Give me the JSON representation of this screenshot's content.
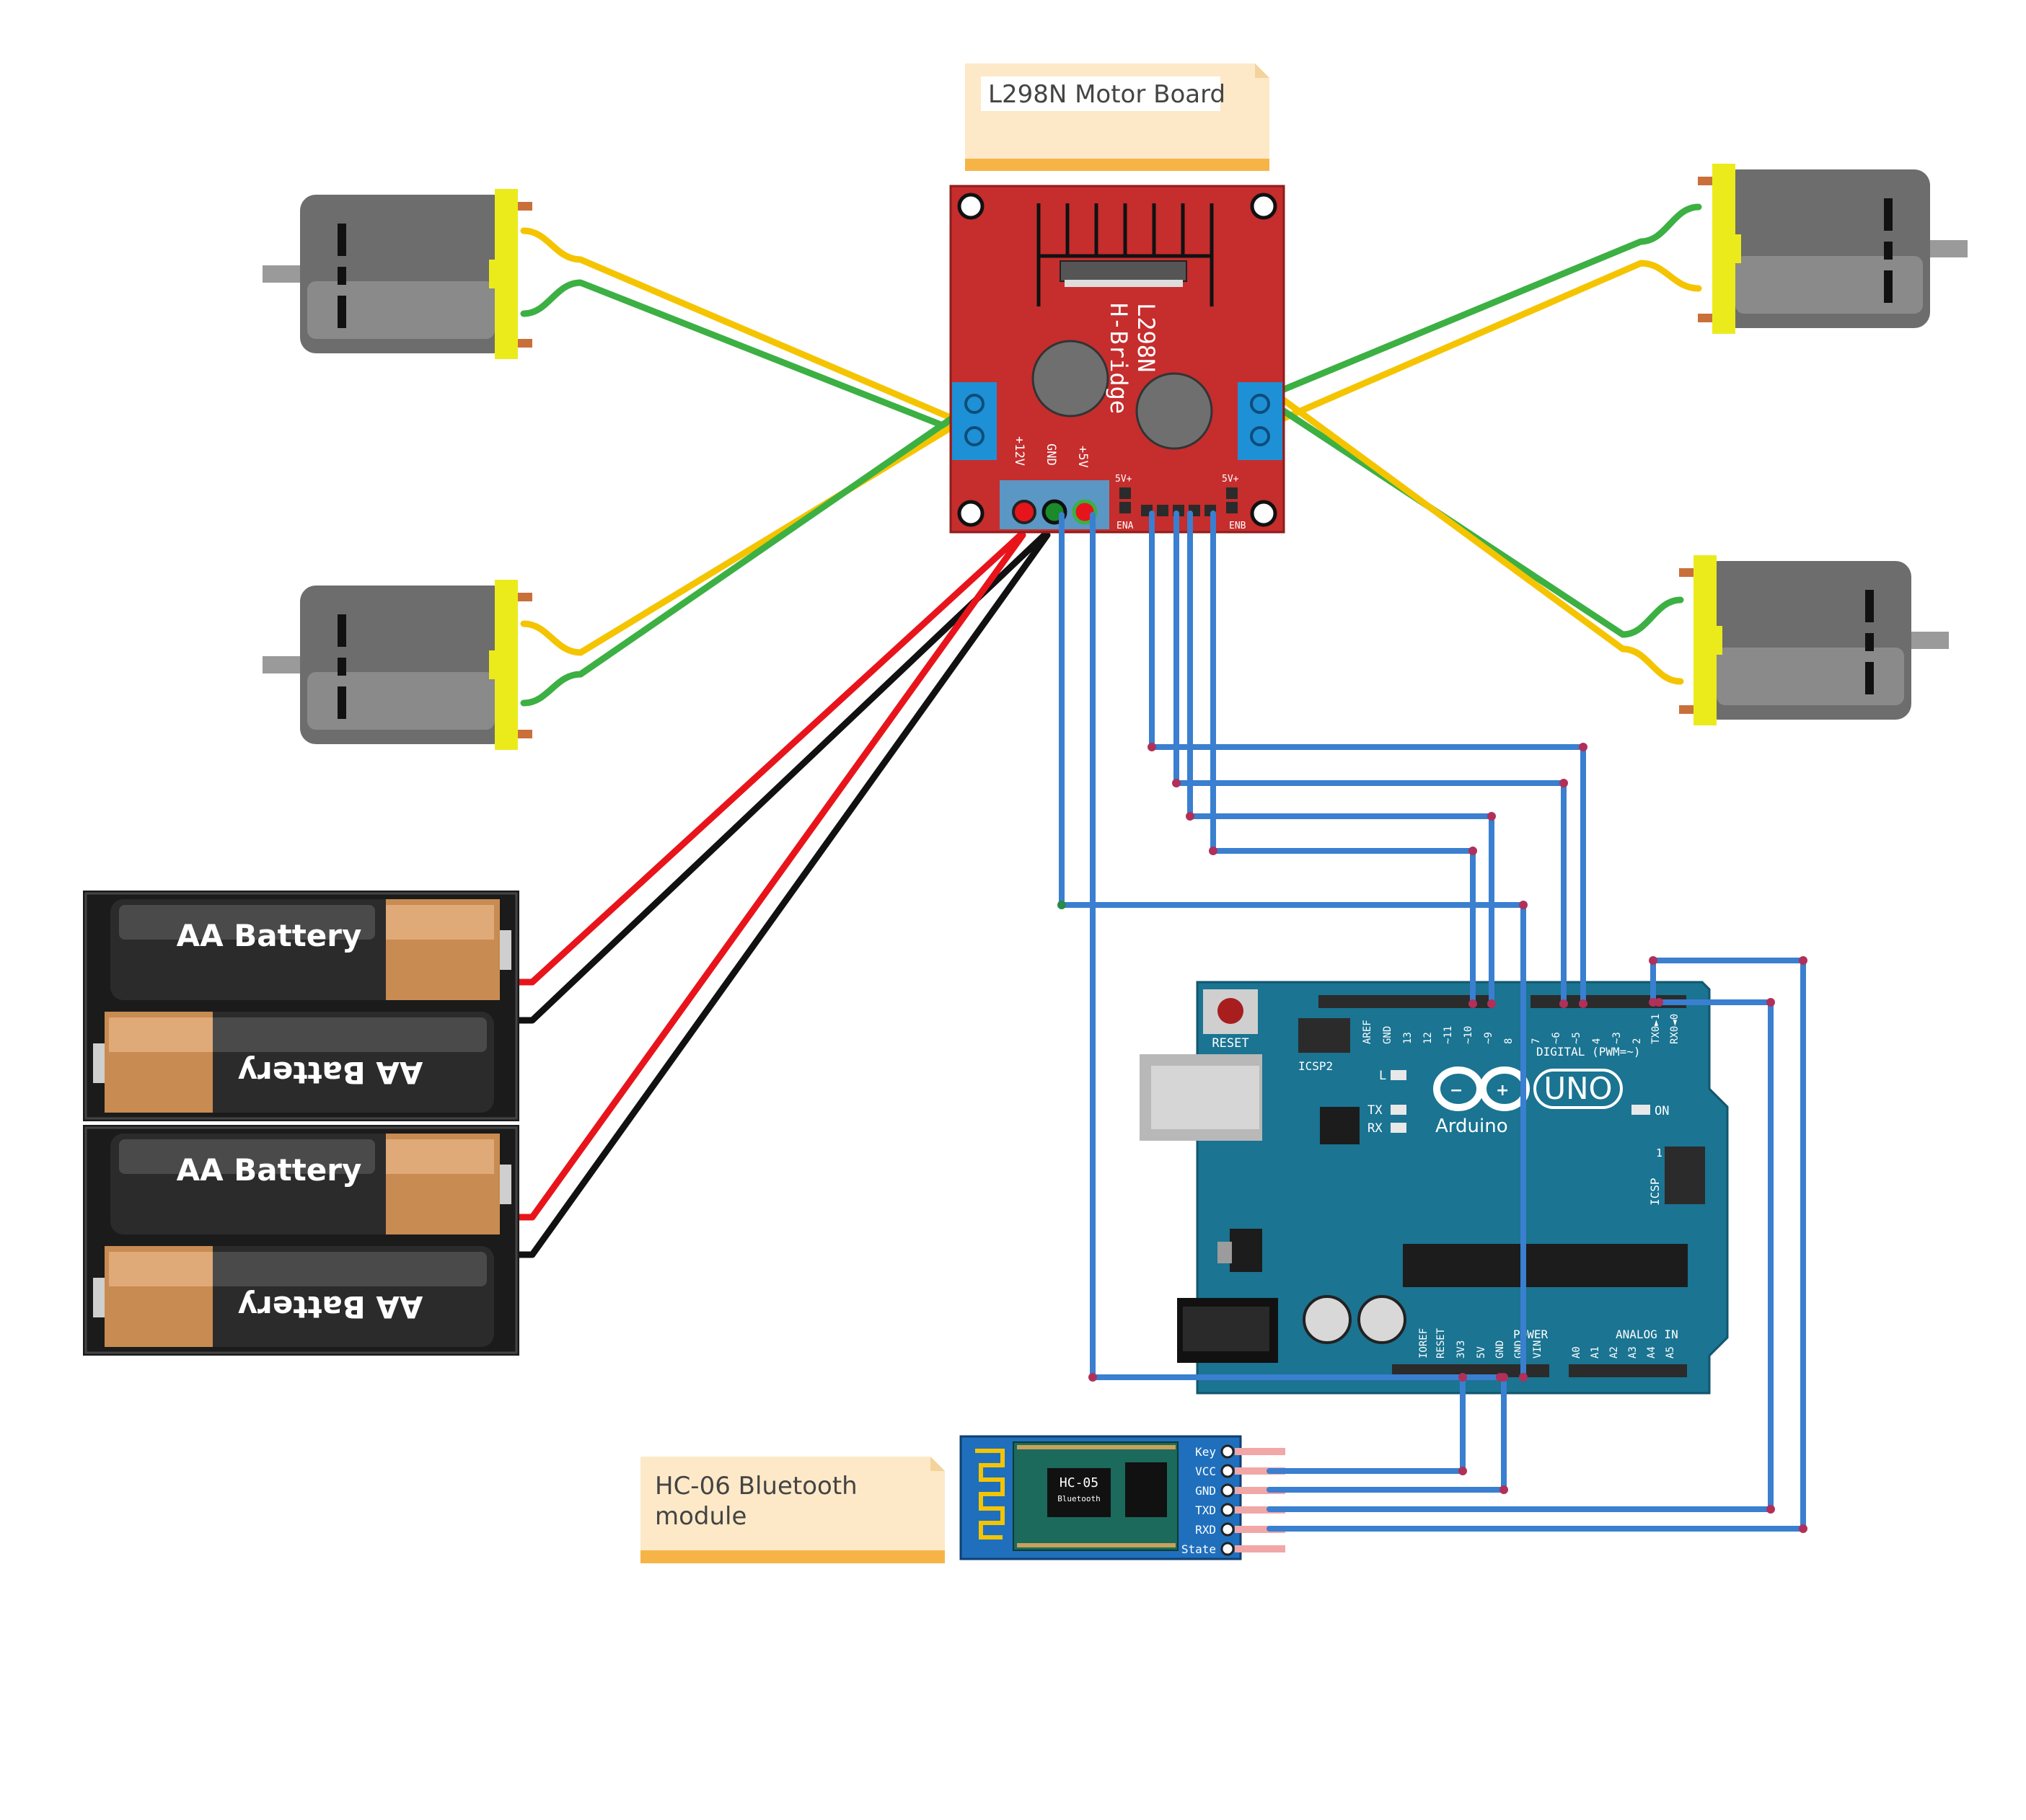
{
  "notes": {
    "motor_board": "L298N Motor Board",
    "bluetooth_line1": "HC-06 Bluetooth",
    "bluetooth_line2": "module"
  },
  "l298n": {
    "title": "L298N",
    "subtitle": "H-Bridge",
    "pin_12v": "+12V",
    "pin_gnd": "GND",
    "pin_5v": "+5V",
    "pin_5v_left": "5V+",
    "pin_5v_right": "5V+",
    "pin_ena": "ENA",
    "pin_enb": "ENB"
  },
  "batteries": {
    "label": "AA Battery"
  },
  "arduino": {
    "brand": "Arduino",
    "model": "UNO",
    "reset": "RESET",
    "icsp2": "ICSP2",
    "icsp": "ICSP",
    "icsp_pin1": "1",
    "led_l": "L",
    "led_tx": "TX",
    "led_rx": "RX",
    "led_on": "ON",
    "digital_label": "DIGITAL (PWM=~)",
    "power_label": "POWER",
    "analog_label": "ANALOG IN",
    "digital_pins": [
      "AREF",
      "GND",
      "13",
      "12",
      "~11",
      "~10",
      "~9",
      "8",
      "7",
      "~6",
      "~5",
      "4",
      "~3",
      "2",
      "TX0►1",
      "RX0◄0"
    ],
    "power_pins": [
      "IOREF",
      "RESET",
      "3V3",
      "5V",
      "GND",
      "GND",
      "VIN"
    ],
    "analog_pins": [
      "A0",
      "A1",
      "A2",
      "A3",
      "A4",
      "A5"
    ]
  },
  "hc05": {
    "chip_label": "HC-05",
    "chip_sub": "Bluetooth",
    "pins": [
      "Key",
      "VCC",
      "GND",
      "TXD",
      "RXD",
      "State"
    ]
  },
  "colors": {
    "board_red": "#c62d2d",
    "arduino_teal": "#1a7492",
    "wire_blue": "#3a7fd0",
    "wire_yellow": "#f5c400",
    "wire_green": "#3cb043",
    "wire_red": "#e8141b",
    "wire_black": "#111111",
    "motor_gray": "#6d6d6d",
    "motor_cap_yellow": "#ebeb1c",
    "note_bg": "#fde9c8",
    "note_bar": "#f6b447",
    "hc05_blue": "#1f6fbd"
  }
}
